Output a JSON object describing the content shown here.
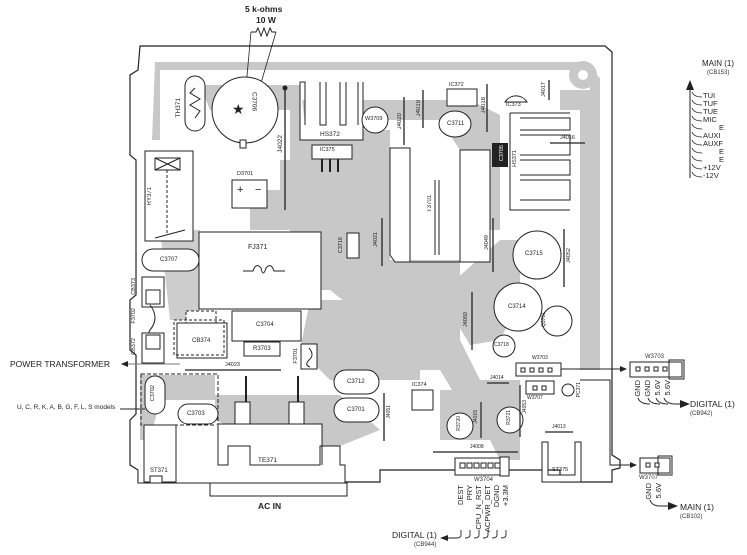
{
  "title_annotation": {
    "value": "5 k-ohms",
    "rating": "10 W"
  },
  "connectors": {
    "main_top": {
      "label": "MAIN (1)",
      "code": "(CB153)",
      "signals": [
        "TUI",
        "TUF",
        "TUE",
        "MIC",
        "E",
        "AUXI",
        "AUXF",
        "E",
        "E",
        "+12V",
        "-12V"
      ]
    },
    "digital_w3703": {
      "name": "W3703",
      "label": "DIGITAL (1)",
      "code": "(CB942)",
      "signals": [
        "GND",
        "GND",
        "5.6V",
        "5.6V"
      ]
    },
    "main_w3707": {
      "name": "W3707",
      "label": "MAIN (1)",
      "code": "(CB102)",
      "signals": [
        "GND",
        "5.6V"
      ]
    },
    "digital_w3704": {
      "name": "W3704",
      "label": "DIGITAL (1)",
      "code": "(CB944)",
      "signals": [
        "DEST",
        "PRY",
        "CPU_N_RST",
        "ACPWR_DET",
        "DGND",
        "+3.3M"
      ]
    }
  },
  "callouts": {
    "power_transformer": "POWER TRANSFORMER",
    "models": "U, C, R, K, A, B, G, F, L, S models",
    "ac_in": "AC IN"
  },
  "components": {
    "TH371": "TH371",
    "C3706": "C3706",
    "J4022": "J4022",
    "HS372": "HS372",
    "IC375": "IC375",
    "W3709": "W3709",
    "J4020": "J4020",
    "J4019": "J4019",
    "IC372": "IC372",
    "C3711": "C3711",
    "J4018": "J4018",
    "IC373": "IC373",
    "J4017": "J4017",
    "J4016": "J4016",
    "HS371": "HS371",
    "C3705": "C3705",
    "RY371": "RY371",
    "D3701": "D3701",
    "FJ371": "FJ371",
    "C3707": "C3707",
    "C3716": "C3716",
    "J4021": "J4021",
    "T3701": "T3701",
    "J4049": "J4049",
    "C3715": "C3715",
    "J4052": "J4052",
    "C3714": "C3714",
    "J4050": "J4050",
    "C3718": "C3718",
    "Q3701": "Q3701",
    "CB373": "CB373",
    "F3702": "F3702",
    "CB372": "CB372",
    "CB374": "CB374",
    "C3704": "C3704",
    "R3703": "R3703",
    "F3701": "F3701",
    "J4023": "J4023",
    "C3702": "C3702",
    "C3703": "C3703",
    "C3712": "C3712",
    "C3701": "C3701",
    "IC374": "IC374",
    "J4014": "J4014",
    "J4015": "J4015",
    "R3720": "R3720",
    "J4053": "J4053",
    "R3721": "R3721",
    "J4013": "J4013",
    "J4008": "J4008",
    "ST371": "ST371",
    "TE371": "TE371",
    "ST375": "ST375",
    "PC371": "PC371",
    "J4051": "J4051"
  },
  "colors": {
    "copper": "#c8c8c8",
    "ink": "#222222",
    "board": "#ffffff"
  }
}
